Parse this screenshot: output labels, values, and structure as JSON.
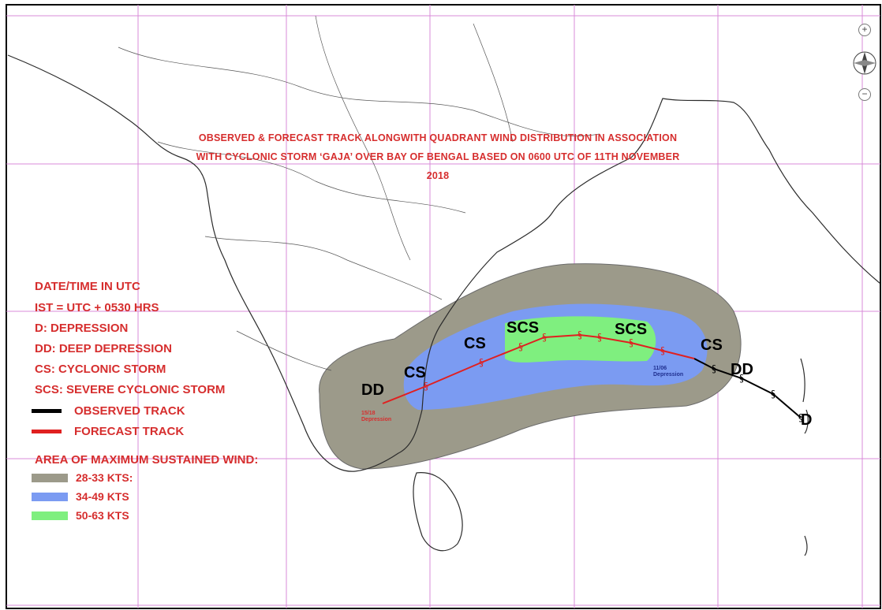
{
  "title": {
    "line1": "OBSERVED & FORECAST TRACK ALONGWITH QUADRANT WIND DISTRIBUTION IN ASSOCIATION",
    "line2": "WITH CYCLONIC STORM ‘GAJA’ OVER BAY OF BENGAL BASED ON 0600 UTC OF 11TH NOVEMBER",
    "line3": "2018"
  },
  "legend": {
    "lines": [
      "DATE/TIME IN UTC",
      "IST = UTC + 0530 HRS",
      "D: DEPRESSION",
      "DD: DEEP DEPRESSION",
      "CS: CYCLONIC STORM",
      "SCS: SEVERE CYCLONIC STORM"
    ],
    "observed_track_label": "OBSERVED TRACK",
    "forecast_track_label": "FORECAST TRACK",
    "wind_area_title": "AREA OF MAXIMUM SUSTAINED WIND:",
    "wind_classes": [
      {
        "label": "28-33 KTS:",
        "color": "#9c9a8a"
      },
      {
        "label": "34-49 KTS",
        "color": "#7b9bf2"
      },
      {
        "label": "50-63 KTS",
        "color": "#7fef7f"
      }
    ]
  },
  "colors": {
    "title_text": "#d62e2e",
    "observed_track": "#000000",
    "forecast_track": "#e02020",
    "grid": "#d98bd9",
    "coast": "#2b2b2b"
  },
  "stages": [
    {
      "label": "DD",
      "type": "forecast-end"
    },
    {
      "label": "CS",
      "type": "forecast"
    },
    {
      "label": "CS",
      "type": "forecast"
    },
    {
      "label": "SCS",
      "type": "forecast"
    },
    {
      "label": "SCS",
      "type": "forecast"
    },
    {
      "label": "CS",
      "type": "current"
    },
    {
      "label": "DD",
      "type": "observed"
    },
    {
      "label": "D",
      "type": "observed-start"
    }
  ],
  "track_labels": {
    "forecast_end": "15/18\nDepression",
    "current": "11/06\nDepression"
  },
  "map_controls": {
    "zoom_in": "+",
    "zoom_out": "−",
    "compass": "N"
  }
}
